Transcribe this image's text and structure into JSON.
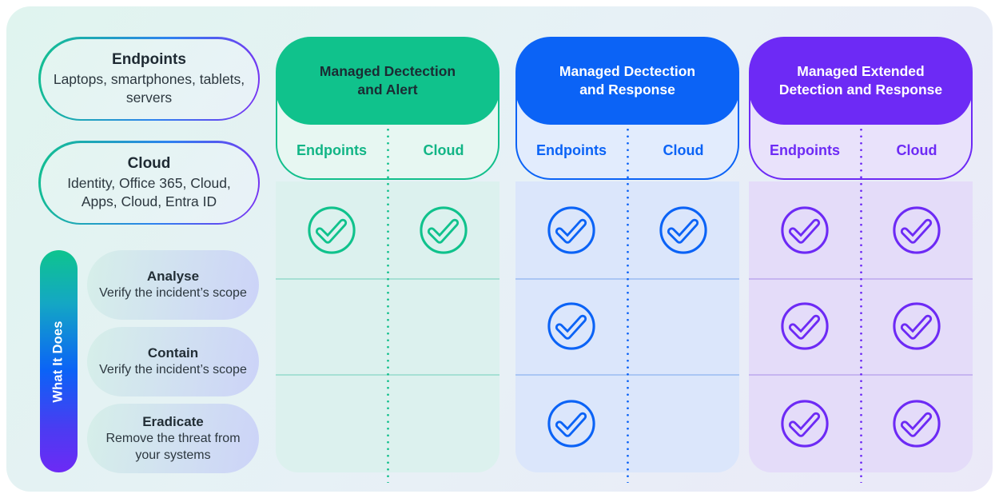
{
  "brand_colors": {
    "green": "#10c28c",
    "blue": "#0b63f6",
    "purple": "#6d2af5"
  },
  "left_panel": {
    "asset_boxes": [
      {
        "title": "Endpoints",
        "description": "Laptops, smartphones, tablets, servers"
      },
      {
        "title": "Cloud",
        "description": "Identity, Office 365, Cloud, Apps, Cloud, Entra ID"
      }
    ],
    "what_it_does_label": "What It Does",
    "actions": [
      {
        "title": "Analyse",
        "description": "Verify the incident’s scope"
      },
      {
        "title": "Contain",
        "description": "Verify the incident’s scope"
      },
      {
        "title": "Eradicate",
        "description": "Remove the threat from your systems"
      }
    ]
  },
  "columns": [
    {
      "title": "Managed Dectection\nand Alert",
      "subheaders": [
        "Endpoints",
        "Cloud"
      ],
      "theme": {
        "accent": "#10c28c",
        "header_text": "#1b2b33",
        "body_bg": "#dcf1ee",
        "check_inner": "#dcf1ee"
      },
      "rows": [
        {
          "endpoints": true,
          "cloud": true
        },
        {
          "endpoints": false,
          "cloud": false
        },
        {
          "endpoints": false,
          "cloud": false
        }
      ]
    },
    {
      "title": "Managed Dectection\nand Response",
      "subheaders": [
        "Endpoints",
        "Cloud"
      ],
      "theme": {
        "accent": "#0b63f6",
        "header_text": "#ffffff",
        "body_bg": "#dbe6fb",
        "check_inner": "#dbe6fb"
      },
      "rows": [
        {
          "endpoints": true,
          "cloud": true
        },
        {
          "endpoints": true,
          "cloud": false
        },
        {
          "endpoints": true,
          "cloud": false
        }
      ]
    },
    {
      "title": "Managed Extended\nDetection and Response",
      "subheaders": [
        "Endpoints",
        "Cloud"
      ],
      "theme": {
        "accent": "#6d2af5",
        "header_text": "#ffffff",
        "body_bg": "#e4dcf9",
        "check_inner": "#e4dcf9"
      },
      "rows": [
        {
          "endpoints": true,
          "cloud": true
        },
        {
          "endpoints": true,
          "cloud": true
        },
        {
          "endpoints": true,
          "cloud": true
        }
      ]
    }
  ]
}
